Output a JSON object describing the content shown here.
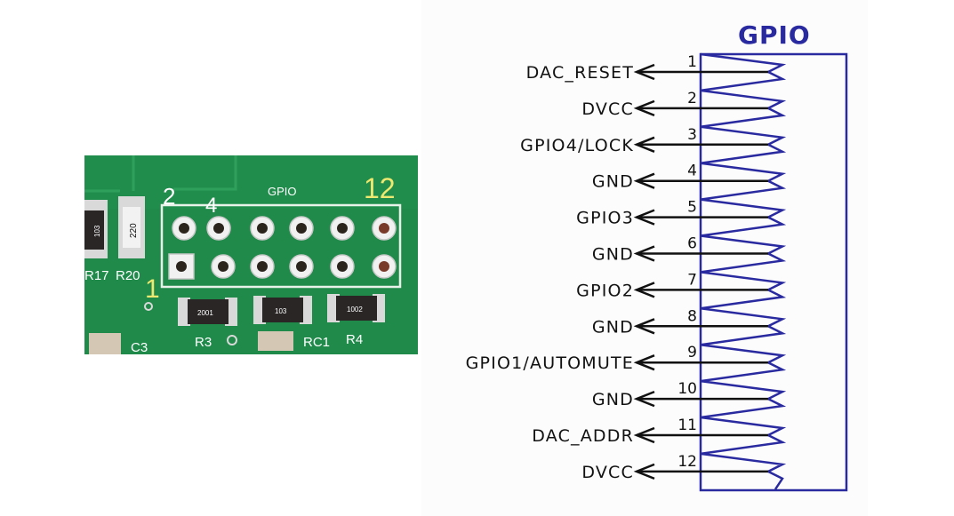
{
  "pcb_photo": {
    "silk_label": "GPIO",
    "overlay_labels": {
      "pin2": "2",
      "pin4": "4",
      "pin12": "12",
      "pin1": "1"
    },
    "resistors": [
      {
        "name": "R3",
        "code": "2001"
      },
      {
        "name": "RC1",
        "code": "103"
      },
      {
        "name": "R4",
        "code": "1002"
      }
    ],
    "left_parts": {
      "r17": "R17",
      "r20": "R20",
      "r20_code": "220",
      "r17_code": "103",
      "c3": "C3"
    },
    "colors": {
      "board": "#1f8a4a",
      "silk": "#ffffff",
      "overlay": "#efe870"
    }
  },
  "schematic": {
    "title": "GPIO",
    "colors": {
      "header": "#2a2aa0",
      "wire": "#111111"
    },
    "pins": [
      {
        "num": "1",
        "signal": "DAC_RESET"
      },
      {
        "num": "2",
        "signal": "DVCC"
      },
      {
        "num": "3",
        "signal": "GPIO4/LOCK"
      },
      {
        "num": "4",
        "signal": "GND"
      },
      {
        "num": "5",
        "signal": "GPIO3"
      },
      {
        "num": "6",
        "signal": "GND"
      },
      {
        "num": "7",
        "signal": "GPIO2"
      },
      {
        "num": "8",
        "signal": "GND"
      },
      {
        "num": "9",
        "signal": "GPIO1/AUTOMUTE"
      },
      {
        "num": "10",
        "signal": "GND"
      },
      {
        "num": "11",
        "signal": "DAC_ADDR"
      },
      {
        "num": "12",
        "signal": "DVCC"
      }
    ]
  }
}
